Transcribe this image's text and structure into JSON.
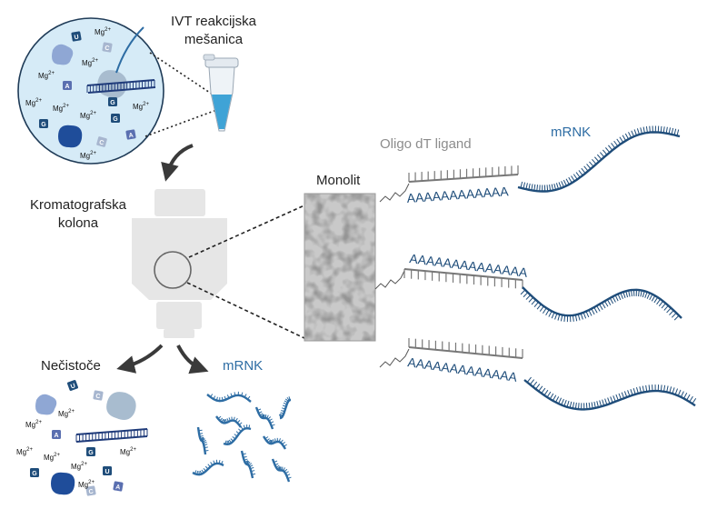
{
  "labels": {
    "ivt_line1": "IVT reakcijska",
    "ivt_line2": "mešanica",
    "column_line1": "Kromatografska",
    "column_line2": "kolona",
    "monolit": "Monolit",
    "oligo": "Oligo dT ligand",
    "mrnk_top": "mRNK",
    "impurities": "Nečistoče",
    "mrnk_bottom": "mRNK"
  },
  "mg_label": "Mg",
  "mg_charge": "2+",
  "polyA": {
    "strand1": "AAAAAAAAAAAA",
    "strand2": "AAAAAAAAAAAAAA",
    "strand3": "AAAAAAAAAAAAA"
  },
  "nucleotides": {
    "circle": [
      "U",
      "G",
      "A",
      "G",
      "G",
      "C",
      "A"
    ],
    "impurity": [
      "C",
      "A",
      "G",
      "G",
      "U",
      "A",
      "C"
    ]
  },
  "colors": {
    "dark_blue": "#1f4d7a",
    "mid_blue": "#2e6da4",
    "light_blue": "#8fa7d4",
    "circle_fill": "#d6ebf7",
    "grey": "#8c8c8c",
    "column": "#e6e6e6"
  }
}
